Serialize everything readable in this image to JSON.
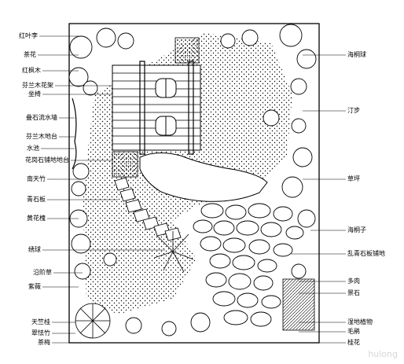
{
  "plan": {
    "left_labels": [
      {
        "id": "hongyeli",
        "text": "红叶李"
      },
      {
        "id": "chahua1",
        "text": "茶花"
      },
      {
        "id": "hongfengmu",
        "text": "红枫木"
      },
      {
        "id": "fanglanmu-huajia",
        "text": "芬兰木花架"
      },
      {
        "id": "zuoyi",
        "text": "坐椅"
      },
      {
        "id": "yepian-shi-qiang",
        "text": "叠石流水墙"
      },
      {
        "id": "fanglanmu-ditai",
        "text": "芬兰木地台"
      },
      {
        "id": "shuichi",
        "text": "水池"
      },
      {
        "id": "huagangshi-puzhuang",
        "text": "花岗石铺地地台"
      },
      {
        "id": "nantianzhu",
        "text": "南天竹"
      },
      {
        "id": "qingshiban",
        "text": "青石板"
      },
      {
        "id": "huanghuaqing",
        "text": "黄花槐"
      },
      {
        "id": "xiuqiu",
        "text": "绣球"
      },
      {
        "id": "siyemaidong",
        "text": "沿阶草"
      },
      {
        "id": "ziwei",
        "text": "紫薇"
      },
      {
        "id": "tianfeng",
        "text": "天竺桂"
      },
      {
        "id": "beishanjie",
        "text": "翠怯竹"
      },
      {
        "id": "chahua2",
        "text": "茶梅"
      }
    ],
    "right_labels": [
      {
        "id": "haitongqiu",
        "text": "海桐球"
      },
      {
        "id": "xiaodao",
        "text": "汀步"
      },
      {
        "id": "caoping",
        "text": "草坪"
      },
      {
        "id": "haitongzi",
        "text": "海桐子"
      },
      {
        "id": "luanshi-puzhuang",
        "text": "乱青石板铺地"
      },
      {
        "id": "duo",
        "text": "多肉"
      },
      {
        "id": "jingshi",
        "text": "景石"
      },
      {
        "id": "shuishou-lianzi",
        "text": "湿地植物"
      },
      {
        "id": "maojian",
        "text": "毛鹃"
      },
      {
        "id": "jiuzhu",
        "text": "桂花"
      }
    ],
    "watermark": "hulong"
  }
}
